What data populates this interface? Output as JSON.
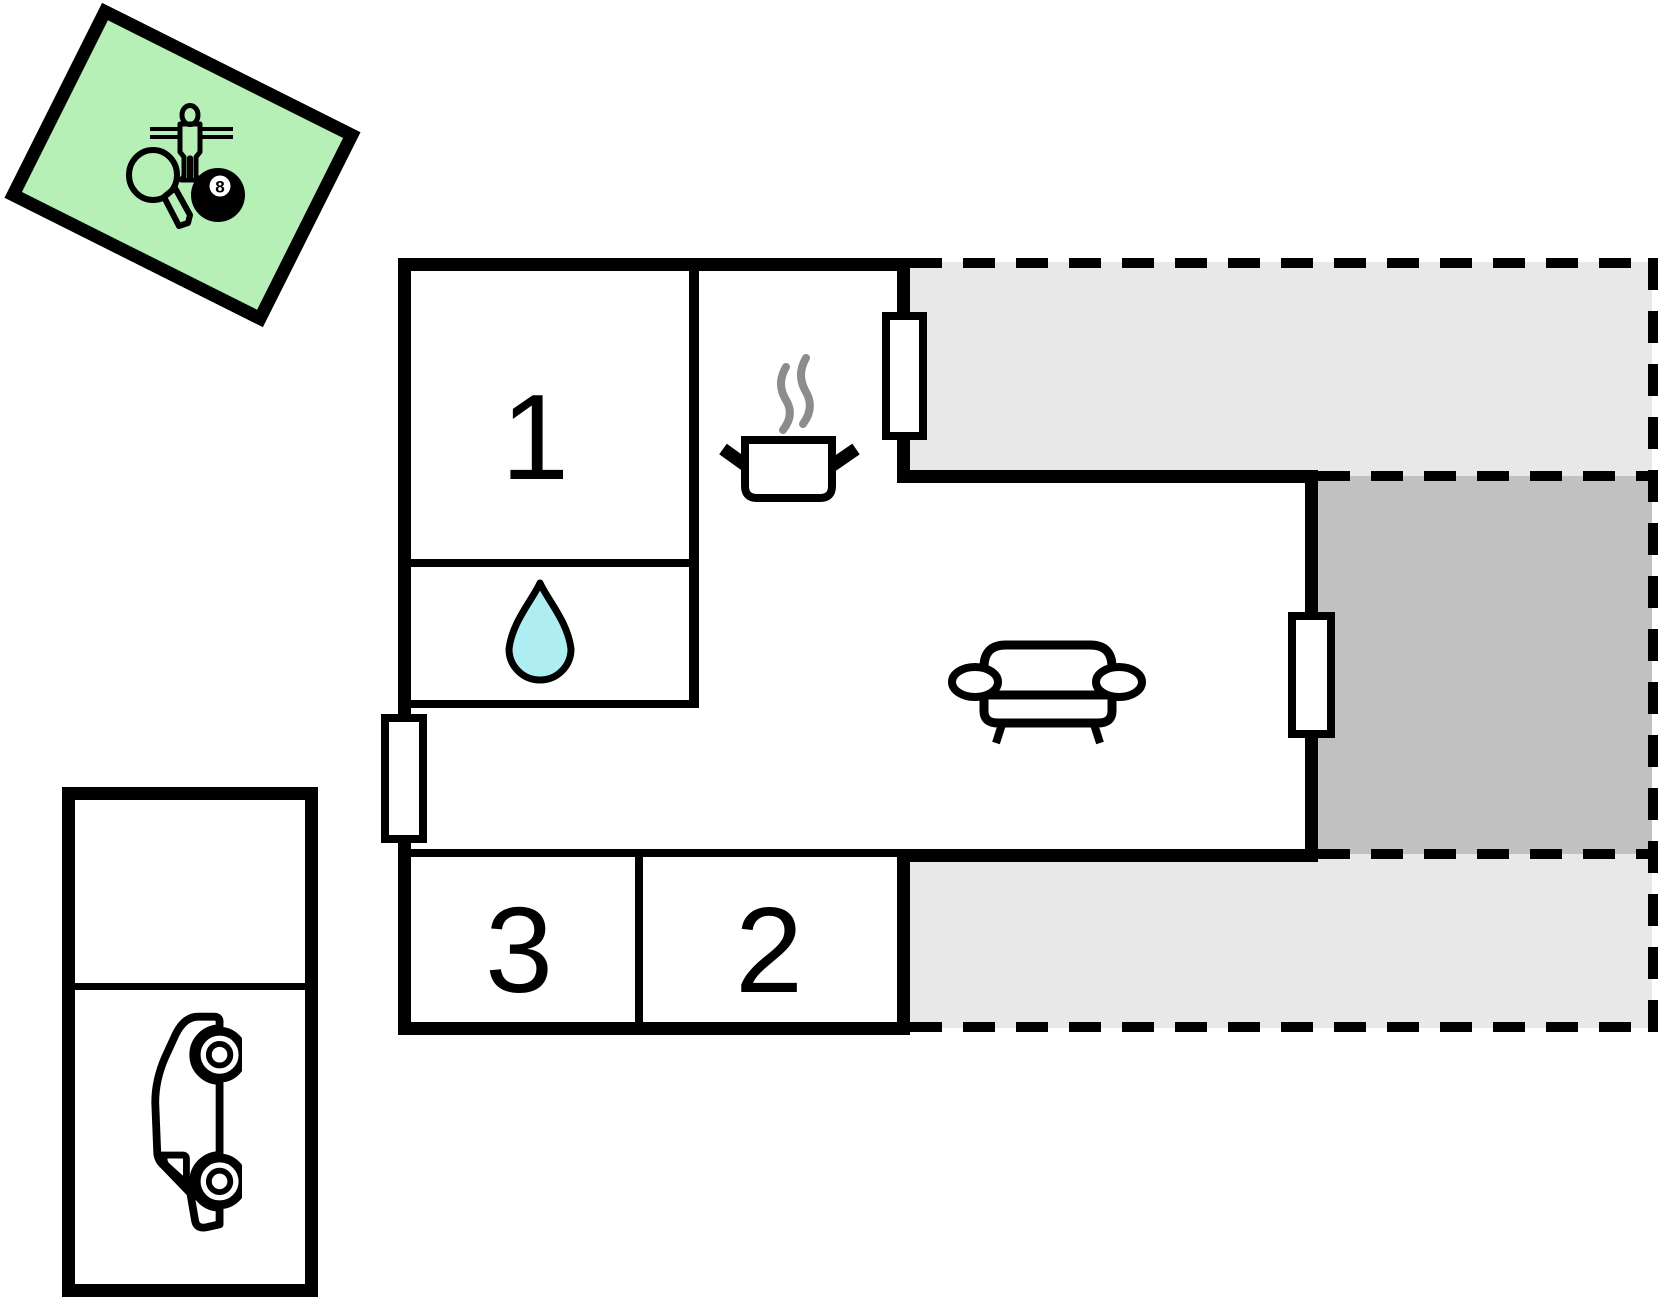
{
  "page": {
    "type": "holiday-home floor plan drawing",
    "background": "#ffffff"
  },
  "colors": {
    "wall": "#000000",
    "background": "#ffffff",
    "terrace_light": "#e8e8e8",
    "terrace_dark": "#c1c1c1",
    "games_room_green": "#b6f0b6",
    "water_drop_cyan": "#aeeef2",
    "steam_gray": "#8c8c8c"
  },
  "rooms": {
    "room1": {
      "label": "1"
    },
    "room2": {
      "label": "2"
    },
    "room3": {
      "label": "3"
    }
  },
  "billiards_ball": {
    "number": "8"
  },
  "icons": {
    "foosball-player-icon": "foosball table figure on rod",
    "table-tennis-paddle-icon": "table tennis paddle",
    "billiard-8ball-icon": "billiard eight ball",
    "steam-icon": "steam above cooking pot",
    "cooking-pot-icon": "kitchen cooking pot",
    "water-drop-icon": "bathroom water drop",
    "sofa-icon": "living room sofa",
    "car-icon": "carport car"
  }
}
